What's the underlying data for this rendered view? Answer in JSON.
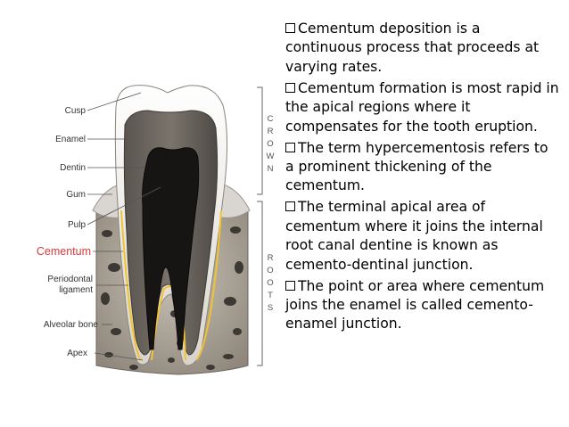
{
  "diagram": {
    "labels": {
      "cusp": "Cusp",
      "enamel": "Enamel",
      "dentin": "Dentin",
      "gum": "Gum",
      "pulp": "Pulp",
      "cementum": "Cementum",
      "periodontal_ligament_line1": "Periodontal",
      "periodontal_ligament_line2": "ligament",
      "alveolar_bone": "Alveolar bone",
      "apex": "Apex"
    },
    "crown_bracket": [
      "C",
      "R",
      "O",
      "W",
      "N"
    ],
    "roots_bracket": [
      "R",
      "O",
      "O",
      "T",
      "S"
    ],
    "highlight_color": "#d93a3a"
  },
  "bullets": [
    "Cementum deposition is a continuous process that proceeds at varying rates.",
    "Cementum formation is most rapid in the apical regions where it compensates for the tooth eruption.",
    "The term hypercementosis refers to a prominent thickening of the cementum.",
    "The terminal apical area of cementum where it joins the internal root canal dentine is known as cemento-dentinal junction.",
    "The point or area where cementum joins the enamel is called cemento-enamel junction."
  ]
}
